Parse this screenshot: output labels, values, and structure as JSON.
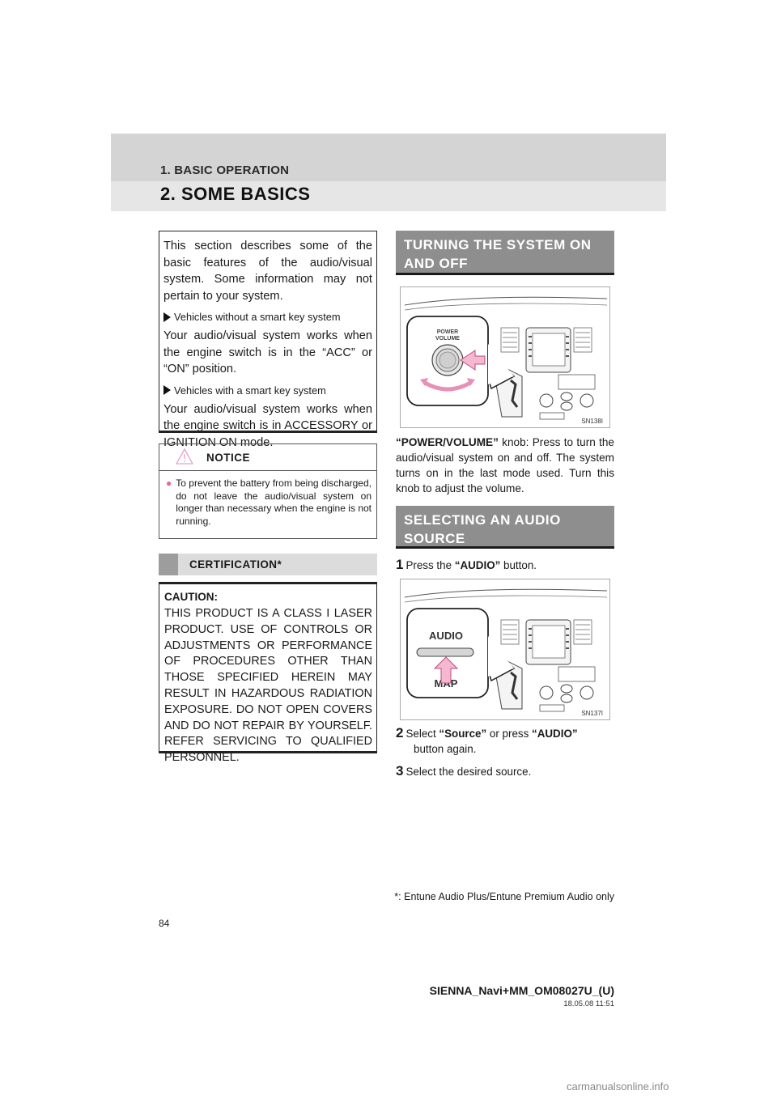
{
  "header": {
    "chapter": "1. BASIC OPERATION",
    "title": "2. SOME BASICS"
  },
  "intro": {
    "text": "This section describes some of the basic features of the audio/visual system. Some information may not pertain to your system.",
    "sub1": "Vehicles without a smart key system",
    "text1": "Your audio/visual system works when the engine switch is in the “ACC” or “ON” position.",
    "sub2": "Vehicles with a smart key system",
    "text2": "Your audio/visual system works when the engine switch is in ACCESSORY or IGNITION ON mode."
  },
  "notice": {
    "label": "NOTICE",
    "bullet": "To prevent the battery from being discharged, do not leave the audio/visual system on longer than necessary when the engine is not running."
  },
  "certification": {
    "label": "CERTIFICATION*",
    "caption": "CAUTION:",
    "body": "THIS PRODUCT IS A CLASS I LASER PRODUCT. USE OF CONTROLS OR ADJUSTMENTS OR PERFORMANCE OF PROCEDURES OTHER THAN THOSE SPECIFIED HEREIN MAY RESULT IN HAZARDOUS RADIATION EXPOSURE. DO NOT OPEN COVERS AND DO NOT REPAIR BY YOURSELF. REFER SERVICING TO QUALIFIED PERSONNEL."
  },
  "section1": {
    "title": "TURNING THE SYSTEM ON AND OFF",
    "figure": {
      "knob_line1": "POWER",
      "knob_line2": "VOLUME",
      "code": "SN138I"
    },
    "para_bold": "“POWER/VOLUME”",
    "para_rest": " knob: Press to turn the audio/visual system on and off. The system turns on in the last mode used. Turn this knob to adjust the volume."
  },
  "section2": {
    "title": "SELECTING AN AUDIO SOURCE",
    "step1": {
      "num": "1",
      "pre": "Press the ",
      "bold": "“AUDIO”",
      "post": " button."
    },
    "figure": {
      "top_label": "AUDIO",
      "bottom_label": "MAP",
      "code": "SN137I"
    },
    "step2": {
      "num": "2",
      "pre": "Select ",
      "bold1": "“Source”",
      "mid": " or press ",
      "bold2": "“AUDIO”",
      "post": "button again."
    },
    "step3": {
      "num": "3",
      "text": "Select the desired source."
    }
  },
  "footnote": "*: Entune Audio Plus/Entune Premium Audio only",
  "page_number": "84",
  "manual_id": "SIENNA_Navi+MM_OM08027U_(U)",
  "stamp": "18.05.08     11:51",
  "watermark": "carmanualsonline.info"
}
